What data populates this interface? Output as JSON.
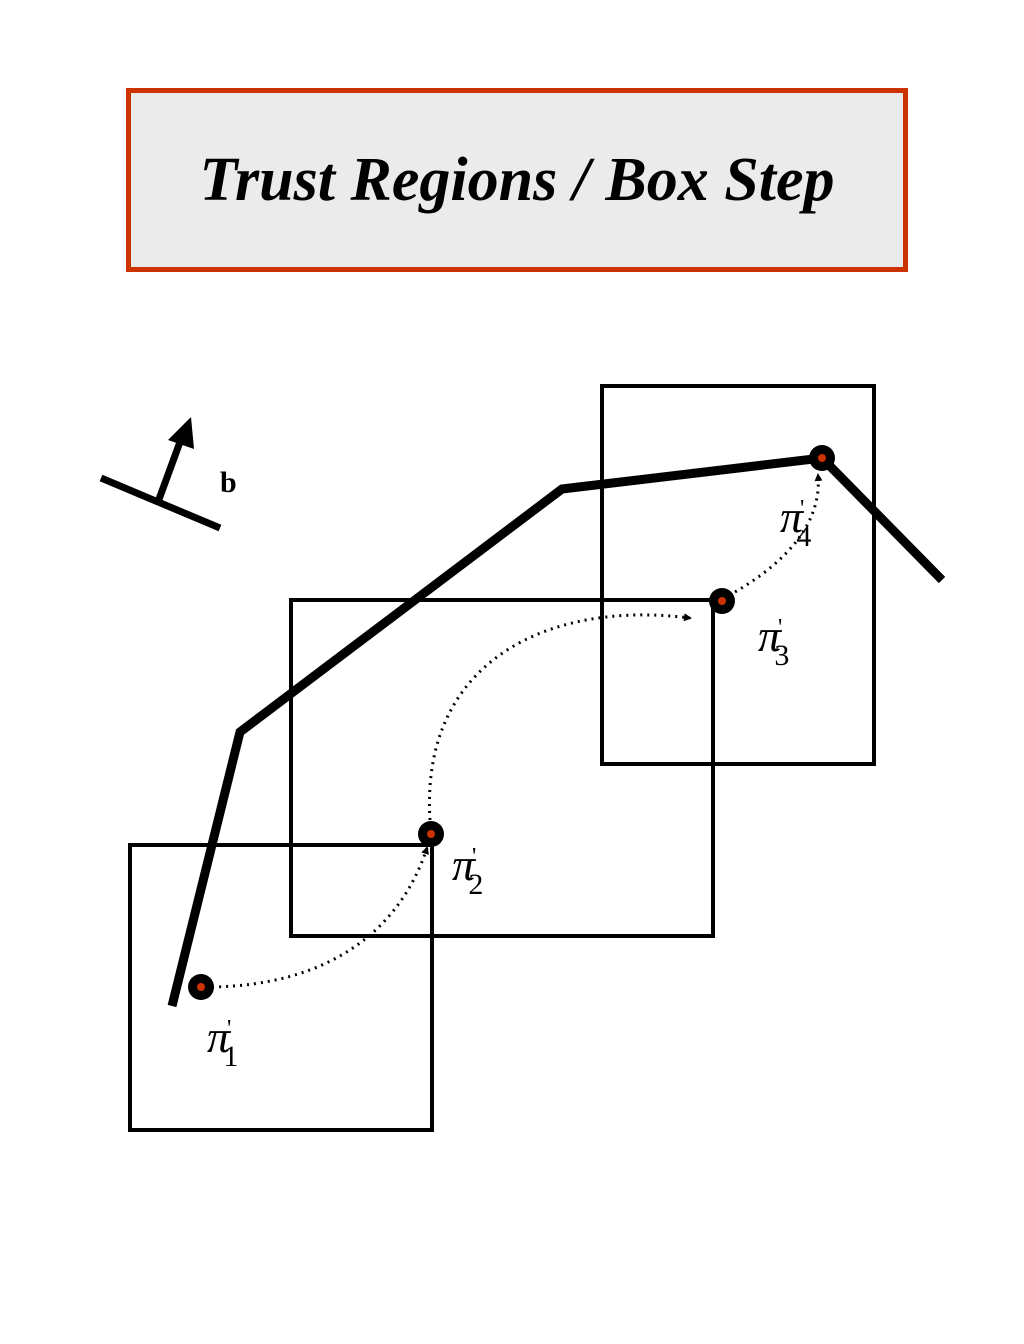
{
  "title": "Trust Regions / Box Step",
  "vector_label": "b",
  "point_symbol": "π",
  "point_mark": "'",
  "points": [
    {
      "subscript": "1"
    },
    {
      "subscript": "2"
    },
    {
      "subscript": "3"
    },
    {
      "subscript": "4"
    }
  ],
  "colors": {
    "title_border": "#cc3300",
    "title_background": "#ebebeb",
    "point_center": "#cc3300"
  }
}
